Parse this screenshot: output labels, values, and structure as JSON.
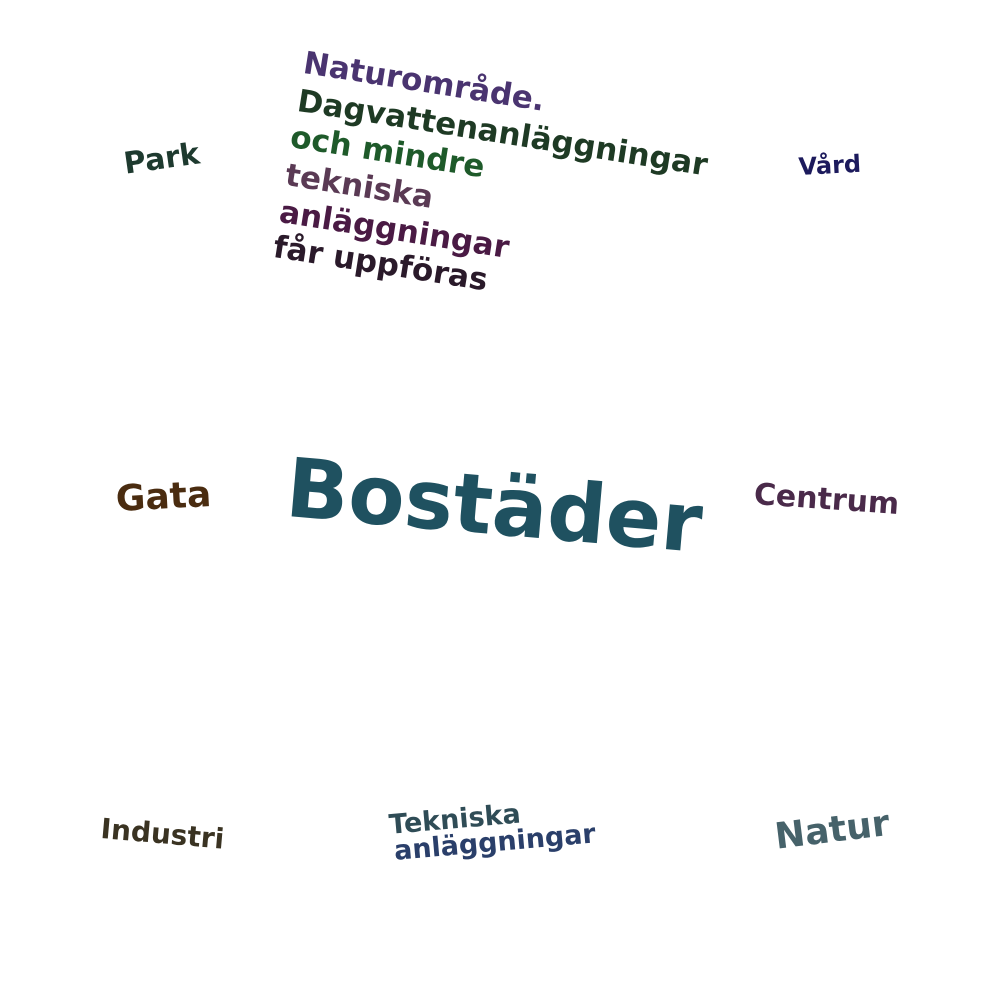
{
  "words": {
    "park": {
      "text": "Park",
      "color": "#1e3a2f"
    },
    "vard": {
      "text": "Vård",
      "color": "#1c1a5c"
    },
    "gata": {
      "text": "Gata",
      "color": "#4a2c10"
    },
    "bostader": {
      "text": "Bostäder",
      "color": "#1f5160"
    },
    "centrum": {
      "text": "Centrum",
      "color": "#4a2a4a"
    },
    "industri": {
      "text": "Industri",
      "color": "#3a3322"
    },
    "natur": {
      "text": "Natur",
      "color": "#46626a"
    },
    "tekniska_anlaggningar": {
      "lines": [
        "Tekniska",
        "anläggningar"
      ],
      "colors": [
        "#2f4c56",
        "#2a3f6a"
      ]
    },
    "naturomrade": {
      "lines": [
        "Naturområde.",
        "Dagvattenanläggningar",
        "och  mindre",
        "tekniska",
        "anläggningar",
        "får uppföras"
      ],
      "colors": [
        "#4a3470",
        "#1e3a24",
        "#1e5a2a",
        "#5a3a54",
        "#4a1a44",
        "#2a1a2a"
      ]
    }
  }
}
